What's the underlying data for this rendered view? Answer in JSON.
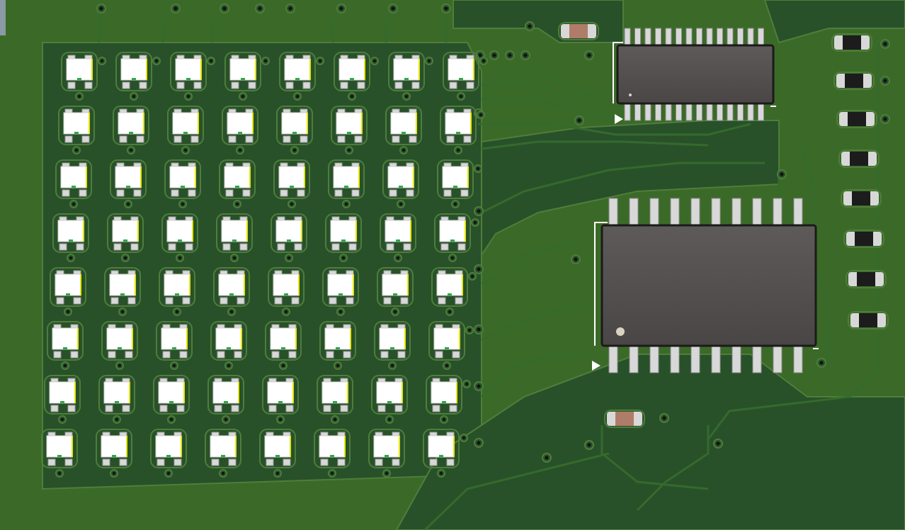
{
  "scene": {
    "kind": "pcb-3d-render",
    "board_color": "#3b6a28",
    "copper_pour_color": "#28512a",
    "trace_color": "#356a2c",
    "clearance_color": "#4e7e3a",
    "silkscreen_color": "#ffffff",
    "pad_color": "#d8d8d8",
    "led_body_color": "#ffffff",
    "ic_body_color": "#575353",
    "cap_body_color": "#b07c6a",
    "resistor_body_color": "#1c1c1c"
  },
  "led_matrix": {
    "rows": 8,
    "cols": 8,
    "led_icon": "smd-led-0603-icon"
  },
  "ics": [
    {
      "name": "ic-u1",
      "package": "tssop-28",
      "pins_per_side": 14,
      "orientation_mark": "pin1-dot",
      "marker_icon": "triangle-right-icon"
    },
    {
      "name": "ic-u2",
      "package": "soic-20",
      "pins_per_side": 10,
      "orientation_mark": "pin1-dot",
      "marker_icon": "triangle-right-icon"
    }
  ],
  "resistors": {
    "count": 8,
    "icon": "smd-resistor-icon"
  },
  "capacitors": {
    "count": 2,
    "icon": "smd-capacitor-icon"
  }
}
